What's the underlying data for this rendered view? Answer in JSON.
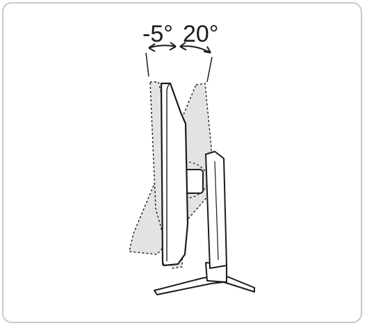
{
  "diagram": {
    "tilt_forward_label": "-5°",
    "tilt_backward_label": "20°",
    "tilt_forward_degrees": -5,
    "tilt_backward_degrees": 20
  },
  "colors": {
    "frame_border": "#c8c8c8",
    "ghost_fill": "#e2e4e3",
    "line": "#1a1a1a",
    "panel_fill": "#ffffff"
  }
}
